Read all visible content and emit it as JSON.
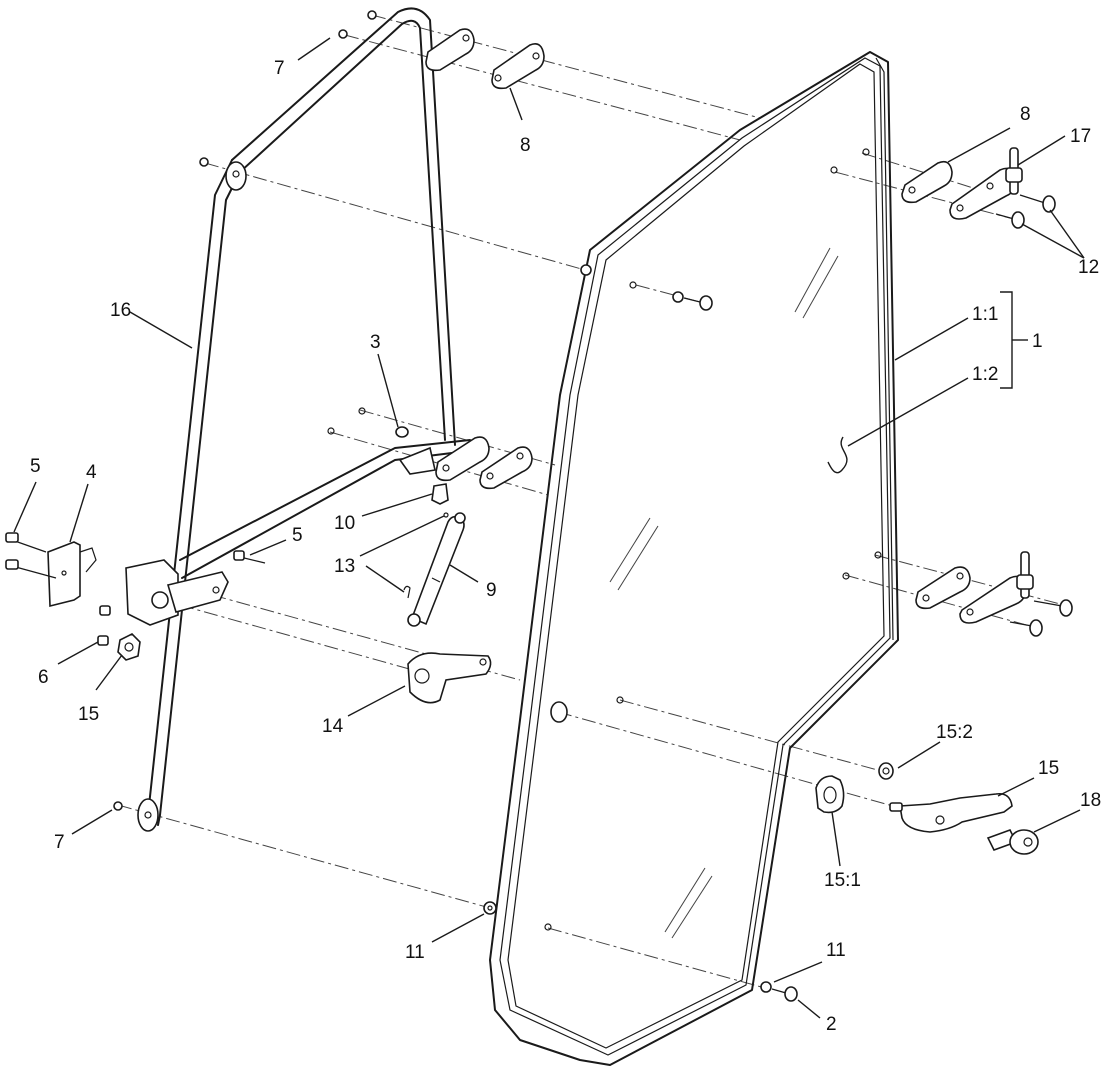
{
  "callouts": {
    "c1": "1",
    "c1_1": "1:1",
    "c1_2": "1:2",
    "c2": "2",
    "c3": "3",
    "c4": "4",
    "c5a": "5",
    "c5b": "5",
    "c6": "6",
    "c7a": "7",
    "c7b": "7",
    "c8a": "8",
    "c8b": "8",
    "c9": "9",
    "c10": "10",
    "c11a": "11",
    "c11b": "11",
    "c12": "12",
    "c13": "13",
    "c14": "14",
    "c15a": "15",
    "c15b": "15",
    "c15_1": "15:1",
    "c15_2": "15:2",
    "c16": "16",
    "c17": "17",
    "c18": "18"
  }
}
